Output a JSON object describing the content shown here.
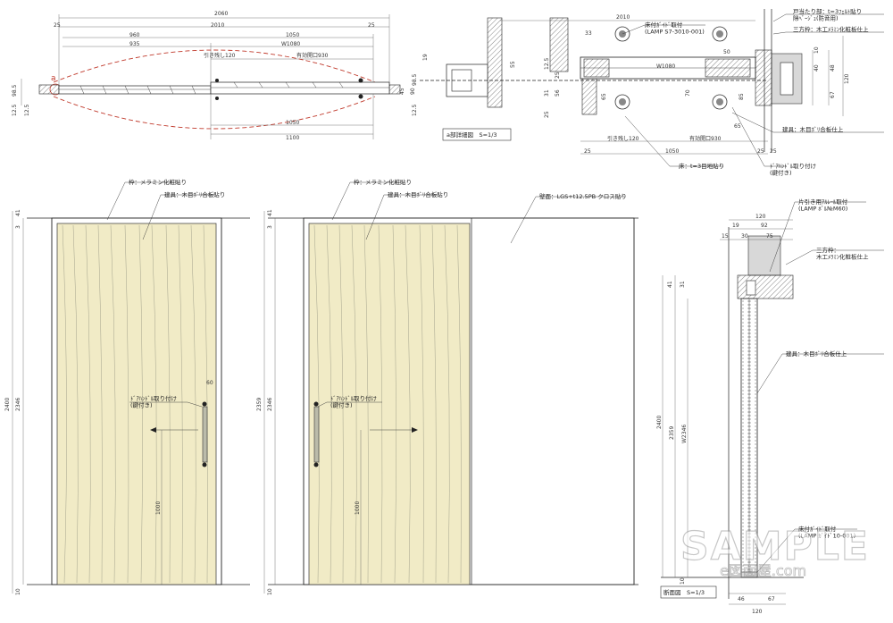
{
  "plan": {
    "dims_top": [
      "2060",
      "25",
      "2010",
      "25",
      "960",
      "1050",
      "935",
      "W1080"
    ],
    "dims_mid": [
      "引き残し120",
      "有効開口930"
    ],
    "dims_bottom": [
      "1050",
      "1100"
    ],
    "dims_left": [
      "12.5",
      "98.5",
      "12.5"
    ],
    "dims_right": [
      "45",
      "90"
    ],
    "marker": "a"
  },
  "detail": {
    "title": "a部詳細図　S=1/3",
    "dims_top": [
      "2010",
      "33",
      "50",
      "W1080"
    ],
    "dims_left": [
      "19",
      "98.5",
      "12.5",
      "55",
      "31",
      "12.5",
      "25",
      "56",
      "25"
    ],
    "dims_right": [
      "40",
      "48",
      "120",
      "67",
      "10"
    ],
    "dims_bottom": [
      "25",
      "引き残し120",
      "有効開口930",
      "65",
      "25",
      "1050",
      "25"
    ],
    "inner_dims": [
      "65",
      "70",
      "85"
    ],
    "labels": {
      "guide": "床付ｶﾞｲﾄﾞ取付\n(LAMP S7-3010-001)",
      "stop": "戸当たり部：t=3ﾌｪﾙﾄ貼り\n隙ﾍﾞｰｼﾞｭ(防音用)",
      "frame3": "三方枠：木工ﾒﾗﾐﾝ化粧板仕上",
      "door": "建具：木目ﾎﾞﾘ合板仕上",
      "floor": "床：t=3目地貼り",
      "handle": "ﾄﾞｱﾊﾝﾄﾞﾙ取り付け\n(鍵付き)"
    }
  },
  "elev1": {
    "label_frame": "枠：メラミン化粧貼り",
    "label_door": "建具：木目ﾎﾞﾘ合板貼り",
    "label_handle": "ﾄﾞｱﾊﾝﾄﾞﾙ取り付け\n(鍵付き)",
    "dims_left": [
      "41",
      "3",
      "2400",
      "2346",
      "10"
    ],
    "dim_handle_h": "1000",
    "dim_handle_w": "60"
  },
  "elev2": {
    "label_frame": "枠：メラミン化粧貼り",
    "label_door": "建具：木目ﾎﾞﾘ合板貼り",
    "label_wall": "壁面：LGS+t12.5PB クロス貼り",
    "label_handle": "ﾄﾞｱﾊﾝﾄﾞﾙ取り付け\n(鍵付き)",
    "dims_left": [
      "41",
      "3",
      "2359",
      "2346",
      "10"
    ],
    "dim_handle_h": "1000"
  },
  "section": {
    "title": "断面図　S=1/3",
    "dims_top": [
      "120",
      "19",
      "92",
      "15",
      "30",
      "75"
    ],
    "dims_left": [
      "41",
      "31",
      "2400",
      "2359",
      "W2346",
      "10"
    ],
    "dims_bottom": [
      "46",
      "67",
      "120"
    ],
    "labels": {
      "rail": "片引き用ｱﾙﾚｰﾙ取付\n(LAMP ﾎﾞﾙ№M60)",
      "frame3": "三方枠：\n木工ﾒﾗﾐﾝ化粧板仕上",
      "door": "建具：木目ﾎﾞﾘ合板仕上",
      "guide": "床付ｶﾞｲﾄﾞ取付\n(LAMP ｶﾞｲﾄﾞ10-001)"
    }
  },
  "watermark": {
    "text": "SAMPLE",
    "site": "e図面屋.com"
  }
}
